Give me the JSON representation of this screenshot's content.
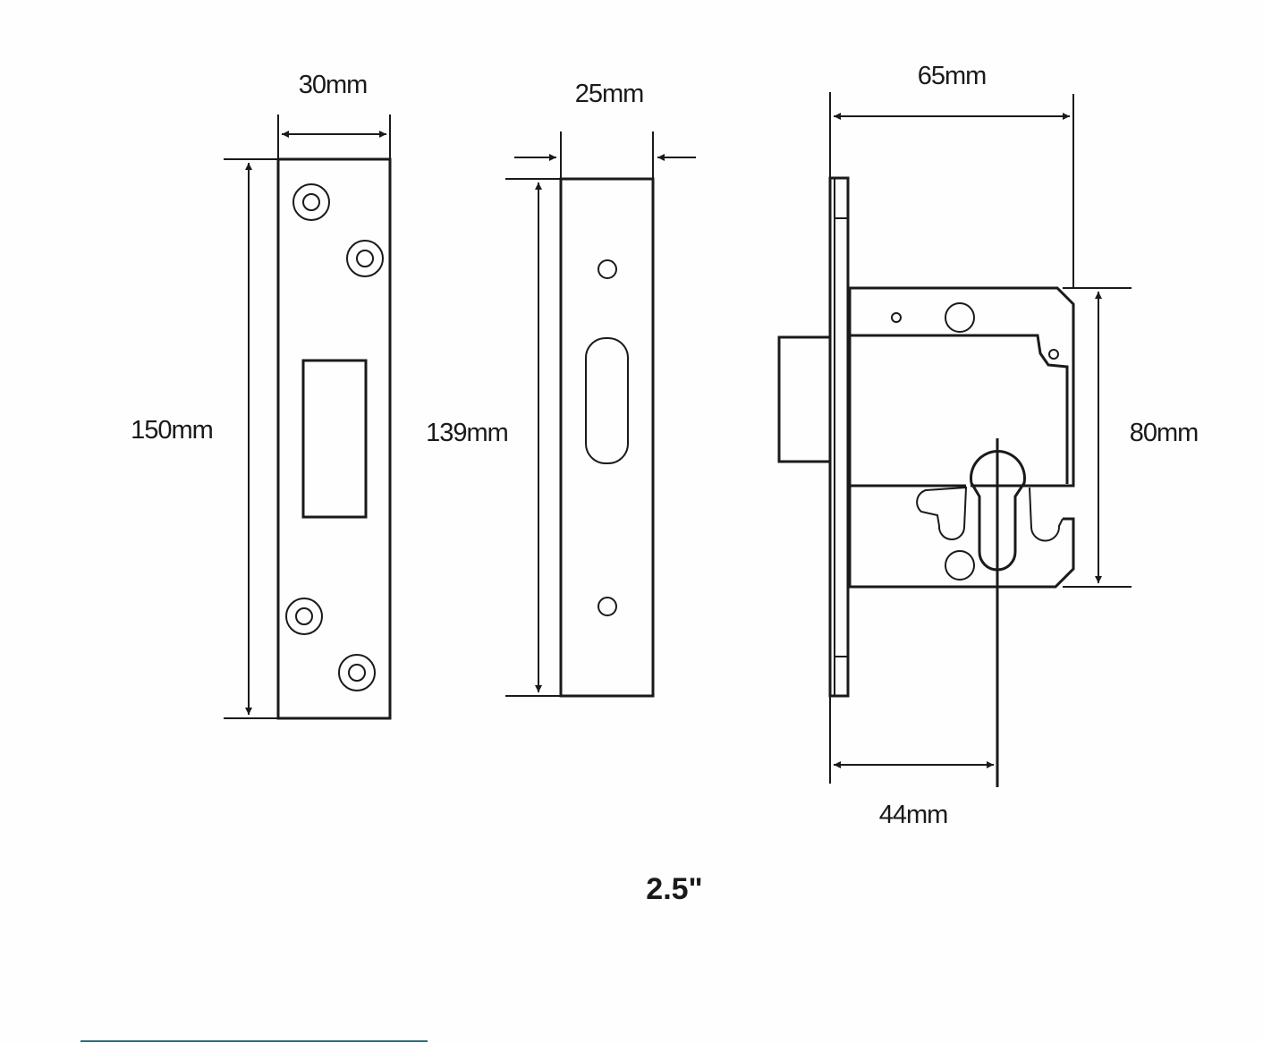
{
  "title": "2.5\"",
  "strike_plate": {
    "width_label": "30mm",
    "height_label": "150mm"
  },
  "forend": {
    "width_label": "25mm",
    "height_label": "139mm"
  },
  "lock_body": {
    "depth_label": "65mm",
    "height_label": "80mm",
    "backset_label": "44mm"
  },
  "colors": {
    "line": "#1a1a1a",
    "footer_rule": "#2a6f7a"
  }
}
